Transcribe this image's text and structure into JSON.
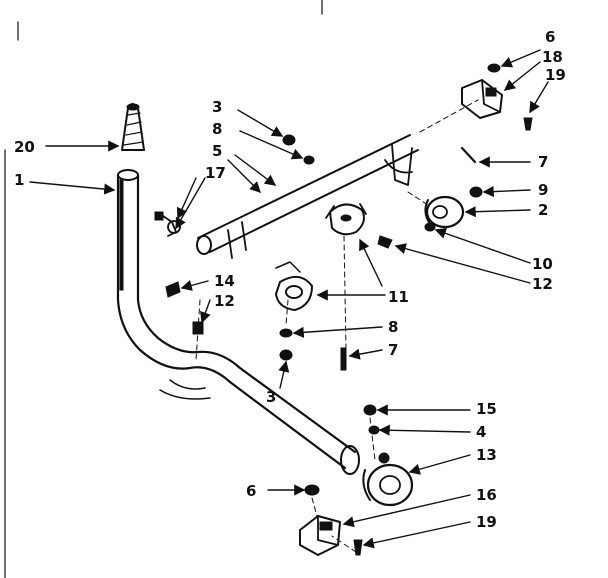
{
  "diagram": {
    "colors": {
      "ink": "#111111",
      "paper": "#ffffff"
    },
    "callouts": [
      {
        "id": "c6a",
        "label": "6"
      },
      {
        "id": "c18",
        "label": "18"
      },
      {
        "id": "c19a",
        "label": "19"
      },
      {
        "id": "c3a",
        "label": "3"
      },
      {
        "id": "c8a",
        "label": "8"
      },
      {
        "id": "c5",
        "label": "5"
      },
      {
        "id": "c20",
        "label": "20"
      },
      {
        "id": "c1",
        "label": "1"
      },
      {
        "id": "c17",
        "label": "17"
      },
      {
        "id": "c7a",
        "label": "7"
      },
      {
        "id": "c9",
        "label": "9"
      },
      {
        "id": "c2",
        "label": "2"
      },
      {
        "id": "c10",
        "label": "10"
      },
      {
        "id": "c12a",
        "label": "12"
      },
      {
        "id": "c14",
        "label": "14"
      },
      {
        "id": "c12b",
        "label": "12"
      },
      {
        "id": "c11",
        "label": "11"
      },
      {
        "id": "c8b",
        "label": "8"
      },
      {
        "id": "c7b",
        "label": "7"
      },
      {
        "id": "c3b",
        "label": "3"
      },
      {
        "id": "c15",
        "label": "15"
      },
      {
        "id": "c4",
        "label": "4"
      },
      {
        "id": "c13",
        "label": "13"
      },
      {
        "id": "c6b",
        "label": "6"
      },
      {
        "id": "c16",
        "label": "16"
      },
      {
        "id": "c19b",
        "label": "19"
      }
    ]
  }
}
